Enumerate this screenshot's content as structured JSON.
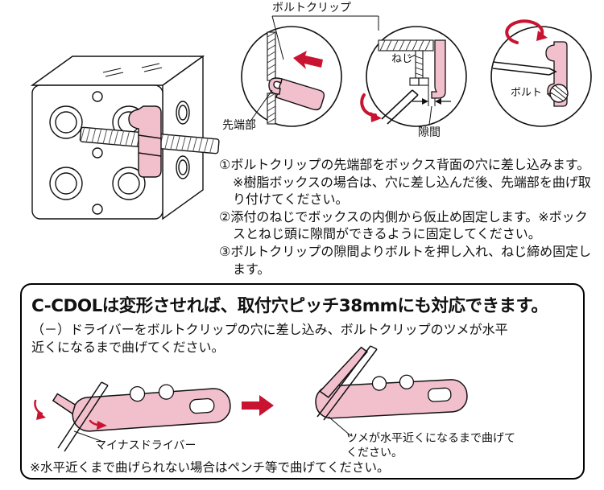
{
  "colors": {
    "clip": "#f2c0cd",
    "arrow": "#c81430",
    "outline": "#111111"
  },
  "callouts": {
    "bolt_clip": "ボルトクリップ",
    "tip": "先端部",
    "screw": "ねじ",
    "gap": "隙間",
    "bolt": "ボルト"
  },
  "steps": [
    {
      "text": "①ボルトクリップの先端部をボックス背面の穴に差し込みます。※樹脂ボックスの場合は、穴に差し込んだ後、先端部を曲げ取り付けてください。"
    },
    {
      "text": "②添付のねじでボックスの内側から仮止め固定します。※ボックスとねじ頭に隙間ができるように固定してください。"
    },
    {
      "text": "③ボルトクリップの隙間よりボルトを押し入れ、ねじ締め固定します。"
    }
  ],
  "panel": {
    "title": "C-CDOLは変形させれば、取付穴ピッチ38mmにも対応できます。",
    "body": "（－）ドライバーをボルトクリップの穴に差し込み、ボルトクリップのツメが水平近くになるまで曲げてください。",
    "driver_label": "マイナスドライバー",
    "claw_label": "ツメが水平近くになるまで曲げてください。",
    "note": "※水平近くまで曲げられない場合はペンチ等で曲げてください。"
  }
}
